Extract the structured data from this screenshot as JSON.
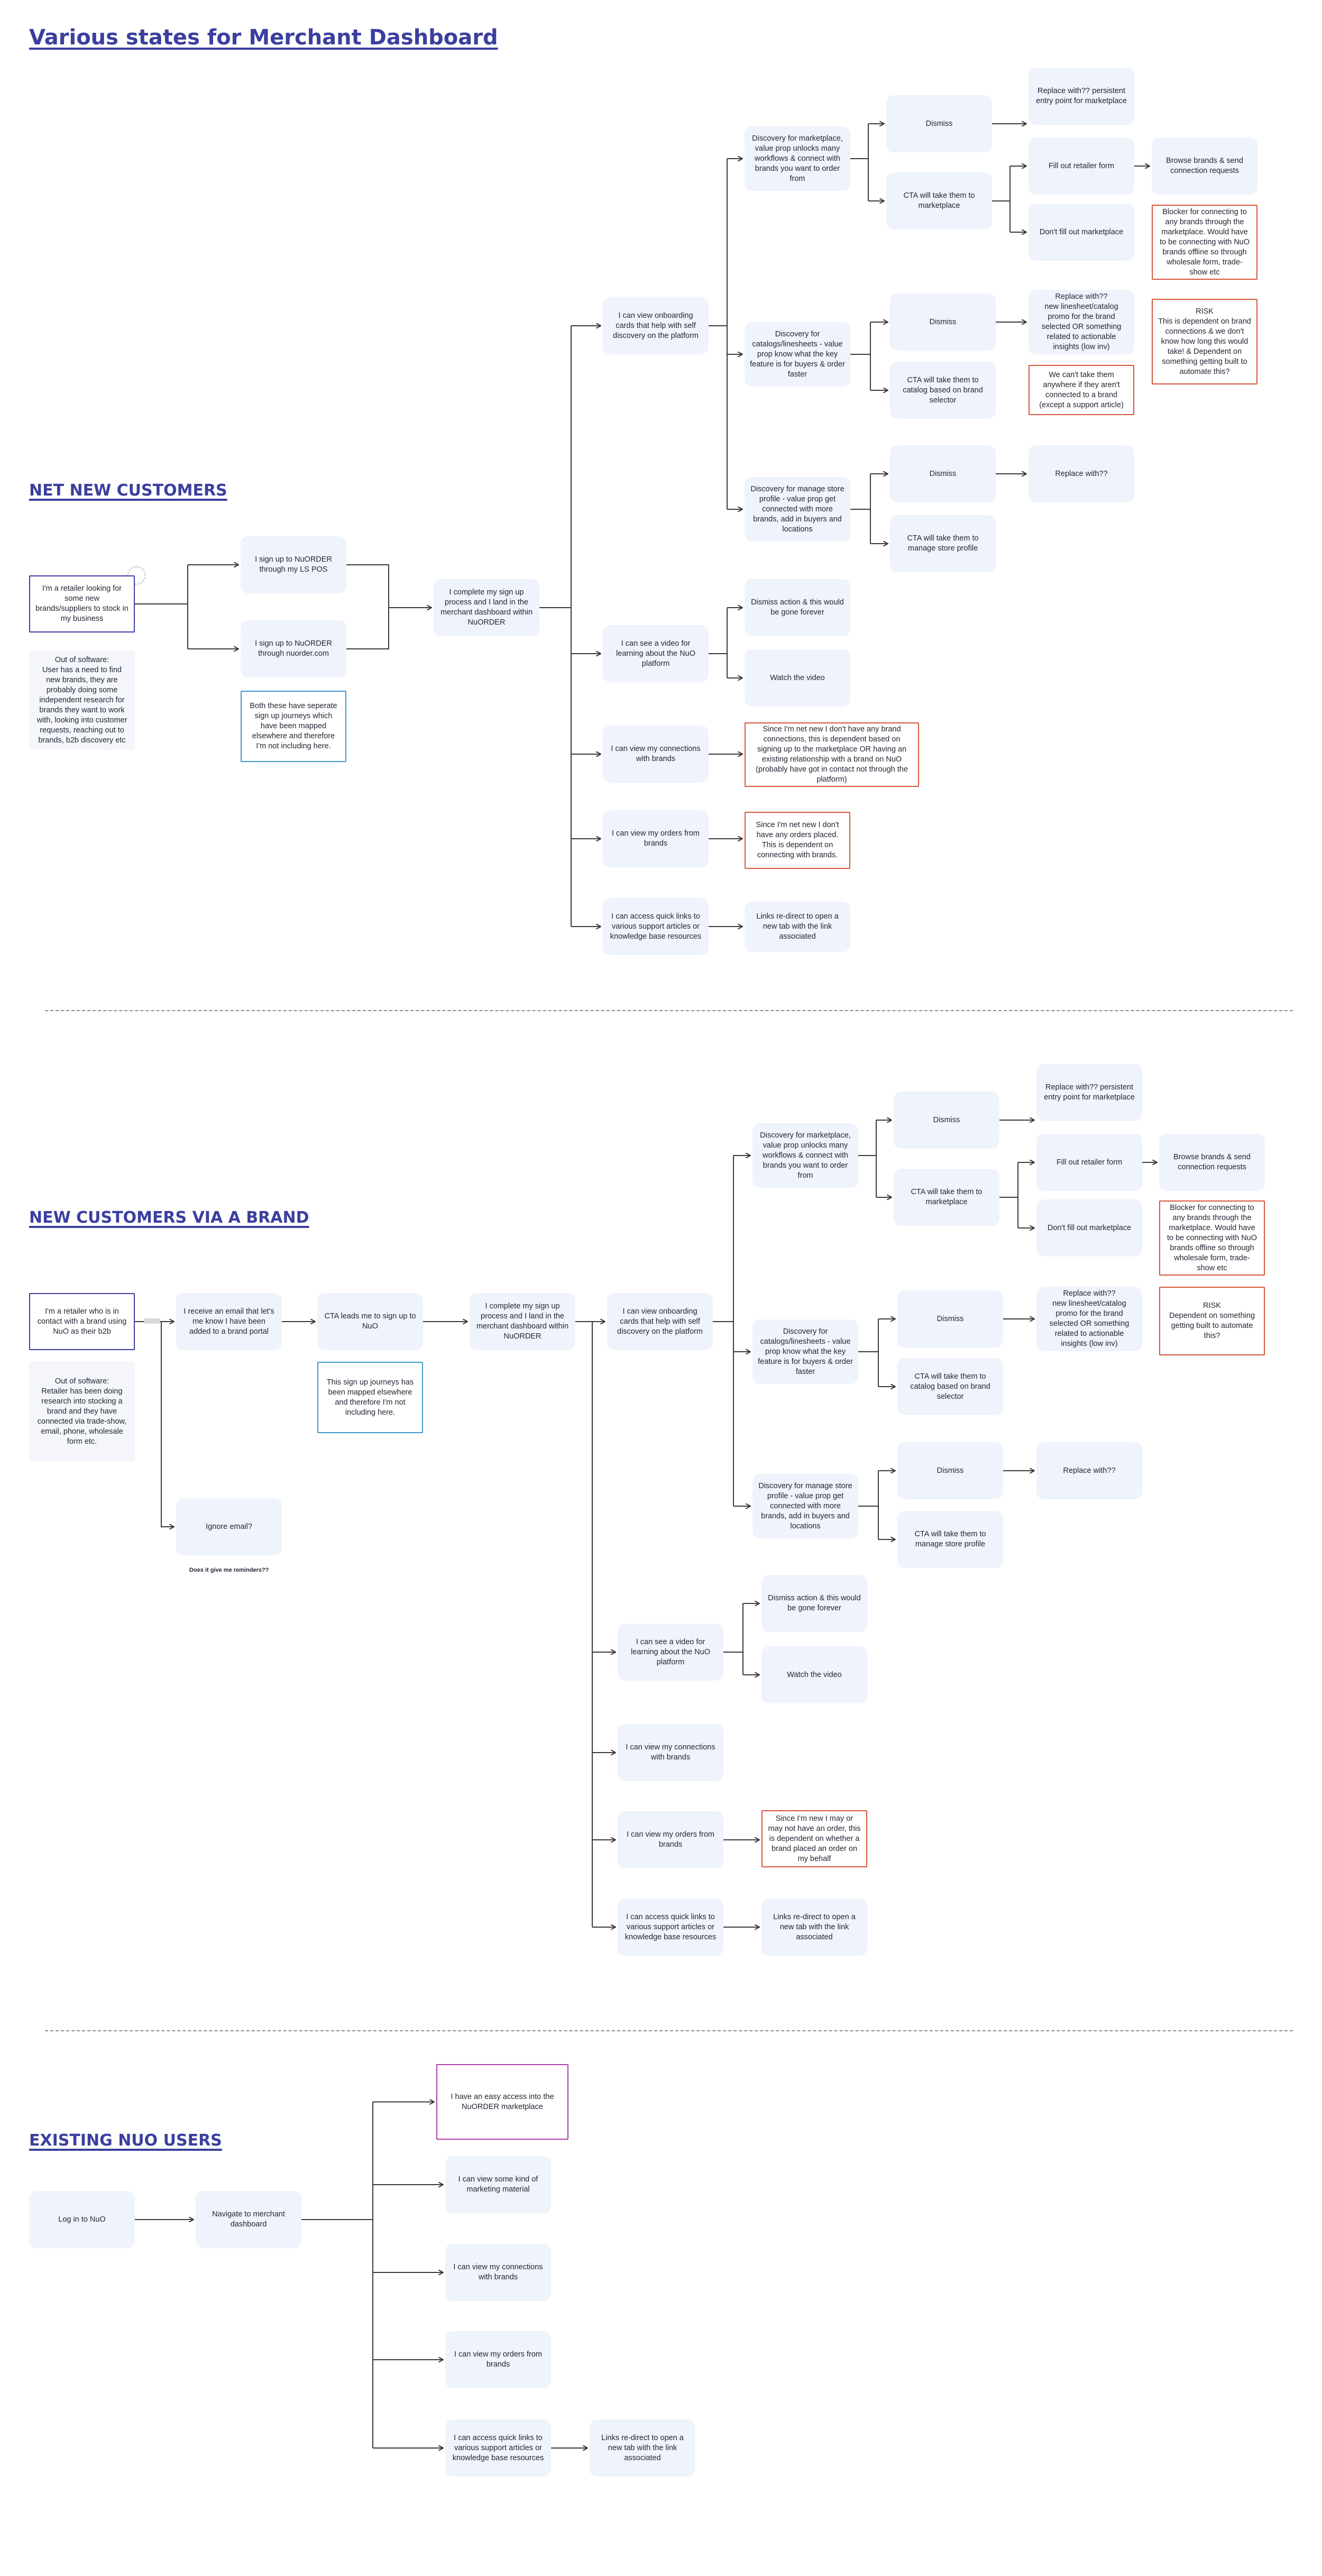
{
  "page": {
    "title": "Various states for Merchant Dashboard"
  },
  "sections": {
    "s1": {
      "title": "NET NEW CUSTOMERS"
    },
    "s2": {
      "title": "NEW CUSTOMERS VIA A BRAND"
    },
    "s3": {
      "title": "EXISTING NUO USERS"
    }
  },
  "nodes": {
    "a1": "I'm a retailer looking for some new brands/suppliers to stock in my business",
    "a2": "Out of software:\nUser has a need to find new brands, they are probably doing some independent research for brands they want to work with, looking into customer requests, reaching out to brands, b2b discovery etc",
    "a3": "I sign up to NuORDER through my LS POS",
    "a4": "I sign up to NuORDER through nuorder.com",
    "a5": "Both these have seperate sign up journeys which have been mapped elsewhere and therefore I'm not including here.",
    "a6": "I complete my sign up process and I land in the merchant dashboard within NuORDER",
    "a7": "I can view onboarding cards that help with self discovery on the platform",
    "a8": "I can see a video for learning about the NuO platform",
    "a9": "I can view my connections with brands",
    "a10": "I can view my orders from brands",
    "a11": "I can access quick links to various support articles or knowledge base resources",
    "a12": "Discovery for marketplace, value prop unlocks many workflows & connect with brands you want to order from",
    "a13": "Discovery for catalogs/linesheets - value prop know what the key feature is for buyers & order faster",
    "a14": "Discovery for manage store profile - value prop get connected with more brands, add in buyers and locations",
    "a15": "Dismiss action & this would be gone forever",
    "a16": "Watch the video",
    "a17": "Since I'm net new I don't have any brand connections, this is dependent based on signing up to the marketplace OR having an existing relationship with a brand on NuO (probably have got in contact not through the platform)",
    "a18": "Since I'm net new I don't have any orders placed. This is dependent on connecting with brands.",
    "a19": "Links re-direct to open a new tab with the link associated",
    "a20": "Dismiss",
    "a21": "CTA will take them to marketplace",
    "a22": "Dismiss",
    "a23": "CTA will take them to catalog based on brand selector",
    "a24": "Dismiss",
    "a25": "CTA will take them to manage store profile",
    "a26": "Replace with?? persistent entry point for marketplace",
    "a27": "Fill out retailer form",
    "a28": "Don't fill out marketplace",
    "a29": "Browse brands & send connection requests",
    "a30": "Blocker for connecting to any brands through the marketplace. Would have to be connecting with NuO brands offline so through wholesale form, trade-show etc",
    "a31": "Replace with??\nnew linesheet/catalog promo for the brand selected OR something related to actionable insights (low inv)",
    "a32": "RISK\nThis is dependent on brand connections & we don't know how long this would take! & Dependent on something getting built to automate this?",
    "a33": "We can't take them anywhere if they aren't connected to a brand (except a support article)",
    "a34": "Replace with??",
    "b1": "I'm a retailer who is in contact with a brand using NuO as their b2b",
    "b2": "Out of software:\nRetailer has been doing research into stocking a brand and they have connected via trade-show, email, phone, wholesale form etc.",
    "b3": "I receive an email that let's me know I have been added to a brand portal",
    "b4": "CTA leads me to sign up to NuO",
    "b5": "This sign up journeys has been mapped elsewhere and therefore I'm not including here.",
    "b6": "I complete my sign up process and I land in the merchant dashboard within NuORDER",
    "b7": "Ignore email?",
    "b8": "I can view onboarding cards that help with self discovery on the platform",
    "b9": "I can see a video for learning about the NuO platform",
    "b10": "I can view my connections with brands",
    "b11": "I can view my orders from brands",
    "b12": "I can access quick links to various support articles or knowledge base resources",
    "b13": "Discovery for marketplace, value prop unlocks many workflows & connect with brands you want to order from",
    "b14": "Discovery for catalogs/linesheets - value prop know what the key feature is for buyers & order faster",
    "b15": "Discovery for manage store profile - value prop get connected with more brands, add in buyers and locations",
    "b16": "Dismiss",
    "b17": "CTA will take them to marketplace",
    "b18": "Dismiss",
    "b19": "CTA will take them to catalog based on brand selector",
    "b20": "Dismiss",
    "b21": "CTA will take them to manage store profile",
    "b22": "Replace with?? persistent entry point for marketplace",
    "b23": "Fill out retailer form",
    "b24": "Don't fill out marketplace",
    "b25": "Browse brands & send connection requests",
    "b26": "Blocker for connecting to any brands through the marketplace. Would have to be connecting with NuO brands offline so through wholesale form, trade-show etc",
    "b27": "Replace with??\nnew linesheet/catalog promo for the brand selected OR something related to actionable insights (low inv)",
    "b28": "RISK\nDependent on something getting built to automate this?",
    "b29": "Replace with??",
    "b30": "Dismiss action & this would be gone forever",
    "b31": "Watch the video",
    "b32": "Since I'm new I may or may not have an order, this is dependent on whether a brand placed an order on my behalf",
    "b33": "Links re-direct to open a new tab with the link associated",
    "c1": "Log in to NuO",
    "c2": "Navigate to merchant dashboard",
    "c3": "I have an easy access into the NuORDER marketplace",
    "c4": "I can view some kind of marketing material",
    "c5": "I can view my connections with brands",
    "c6": "I can view my orders from brands",
    "c7": "I can access quick links to various support articles or knowledge base resources",
    "c8": "Links re-direct to open a new tab with the link associated"
  },
  "labels": {
    "reminders": "Does it give me reminders??"
  }
}
